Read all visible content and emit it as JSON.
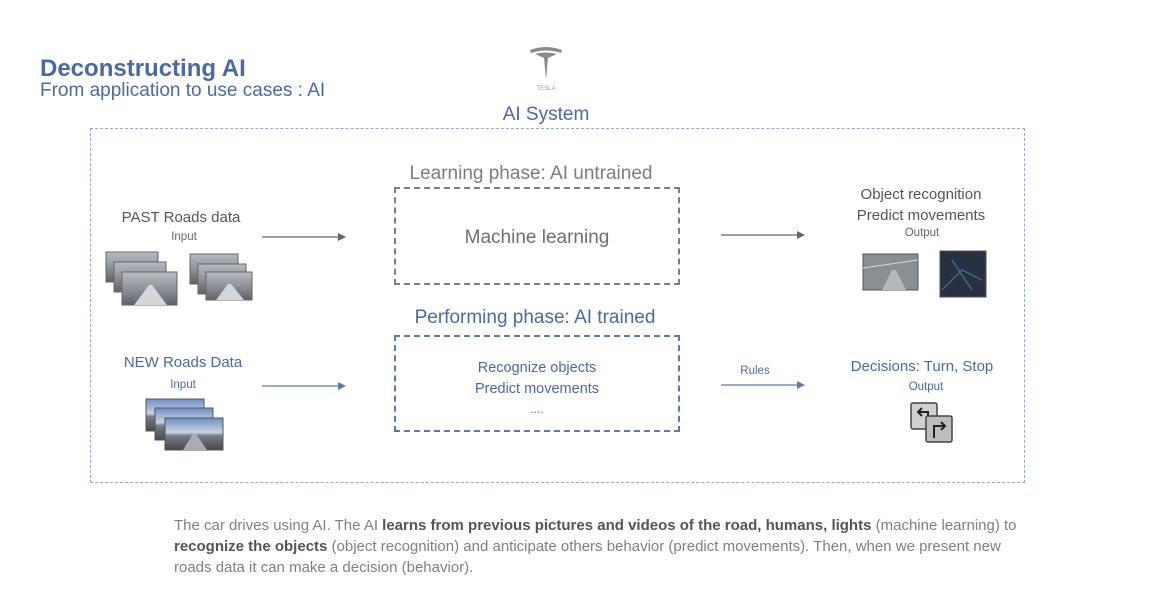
{
  "header": {
    "title": "Deconstructing AI",
    "subtitle": "From application to use cases : AI"
  },
  "logo": {
    "name": "tesla-logo",
    "text": "TESLA"
  },
  "system_label": "AI System",
  "learning": {
    "phase_label": "Learning phase: AI untrained",
    "input_title": "PAST Roads data",
    "input_label": "Input",
    "process": "Machine learning",
    "output_line1": "Object recognition",
    "output_line2": "Predict movements",
    "output_label": "Output"
  },
  "performing": {
    "phase_label": "Performing phase: AI trained",
    "input_title": "NEW Roads Data",
    "input_label": "Input",
    "process_line1": "Recognize objects",
    "process_line2": "Predict movements",
    "process_line3": "....",
    "arrow_label": "Rules",
    "output_title": "Decisions: Turn, Stop",
    "output_label": "Output"
  },
  "caption": {
    "p1": "The car drives using AI. The AI ",
    "b1": "learns from previous pictures and videos of the road, humans, lights",
    "p2": " (machine learning) to ",
    "b2": "recognize the objects",
    "p3": " (object recognition) and anticipate others behavior (predict movements). Then, when we present new roads data it can make a decision (behavior)."
  },
  "colors": {
    "accent": "#4a6aa5",
    "gray": "#7d7d7d",
    "blue_dashed": "#5b7ab5"
  }
}
